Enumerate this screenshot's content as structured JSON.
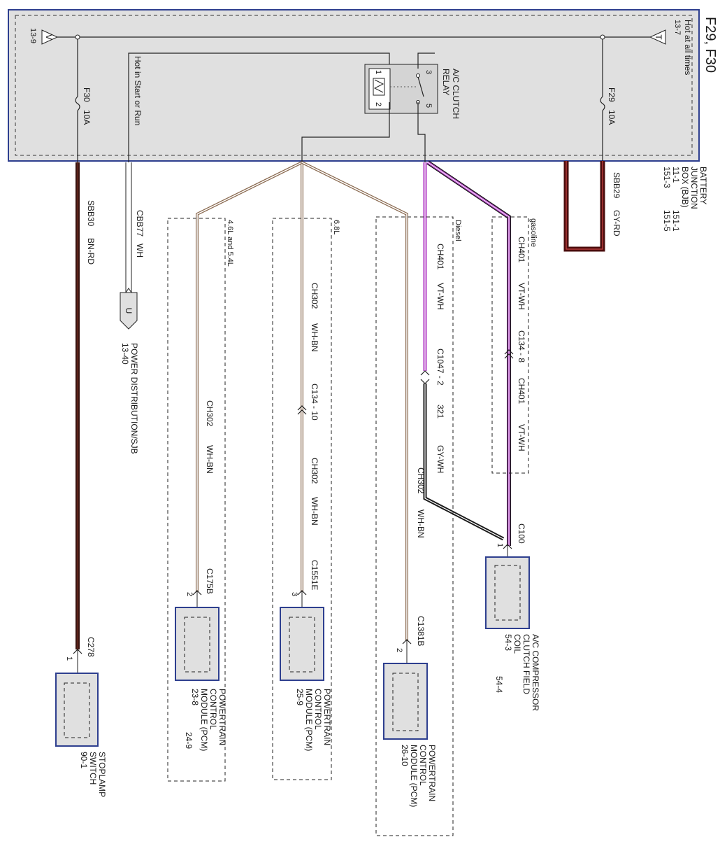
{
  "title": "F29, F30",
  "bjb": {
    "name_lines": [
      "BATTERY",
      "JUNCTION",
      "BOX (BJB)",
      "11-1",
      "151-3"
    ],
    "refs": [
      "151-1",
      "151-5"
    ],
    "hot_at_all_times": "Hot at all times",
    "hot_in_start_or_run": "Hot in Start or Run",
    "left_ref": "13-9",
    "right_ref": "13-7",
    "left_letter": "V",
    "right_letter": "T",
    "fuse_f30": "F30",
    "fuse_f30_rating": "10A",
    "fuse_f29": "F29",
    "fuse_f29_rating": "10A"
  },
  "relay": {
    "name": "A/C CLUTCH RELAY",
    "name_lines": [
      "A/C CLUTCH",
      "RELAY"
    ],
    "pins": [
      "1",
      "2",
      "3",
      "5"
    ]
  },
  "wires": {
    "sbb29": "SBB29",
    "sbb29_color": "GY-RD",
    "sbb30": "SBB30",
    "sbb30_color": "BN-RD",
    "cbb77": "CBB77",
    "cbb77_color": "WH",
    "ch401": "CH401",
    "ch401_color": "VT-WH",
    "ch302": "CH302",
    "ch302_color": "WH-BN",
    "w321": "321",
    "w321_color": "GY-WH"
  },
  "groups": {
    "gasoline": "gasoline",
    "diesel": "Diesel",
    "v68": "6.8L",
    "v46": "4.6L and 5.4L"
  },
  "connectors": {
    "c134_8": "C134 - 8",
    "c1047_2": "C1047 - 2",
    "c134_10": "C134 - 10",
    "c100": "C100",
    "c100_pin": "1",
    "c1381b": "C1381B",
    "c1381b_pin": "2",
    "c1551e": "C1551E",
    "c1551e_pin": "3",
    "c175b": "C175B",
    "c175b_pin": "2",
    "c278": "C278",
    "c278_pin": "1"
  },
  "power_dist": {
    "letter": "U",
    "name": "POWER DISTRIBUTION/SJB",
    "ref": "13-40"
  },
  "components": {
    "compressor": {
      "lines": [
        "A/C COMPRESSOR",
        "CLUTCH FIELD",
        "COIL"
      ],
      "refs": [
        "54-3",
        "54-4"
      ]
    },
    "pcm_diesel": {
      "lines": [
        "POWERTRAIN",
        "CONTROL",
        "MODULE (PCM)"
      ],
      "refs": [
        "26-10"
      ]
    },
    "pcm_68": {
      "lines": [
        "POWERTRAIN",
        "CONTROL",
        "MODULE (PCM)"
      ],
      "refs": [
        "25-9"
      ]
    },
    "pcm_46": {
      "lines": [
        "POWERTRAIN",
        "CONTROL",
        "MODULE (PCM)"
      ],
      "refs": [
        "23-8",
        "24-9"
      ]
    },
    "stoplamp": {
      "lines": [
        "STOPLAMP",
        "SWITCH"
      ],
      "refs": [
        "90-1"
      ]
    }
  },
  "colors": {
    "box_fill": "#e0e0e0",
    "box_border": "#2e3f8f",
    "wire_dark_red": "#4a0d0d",
    "wire_brown": "#3a1410",
    "wire_violet": "#b13cc4",
    "wire_dark": "#1a1a1a",
    "wire_wh_bn": "#8a6a50"
  }
}
